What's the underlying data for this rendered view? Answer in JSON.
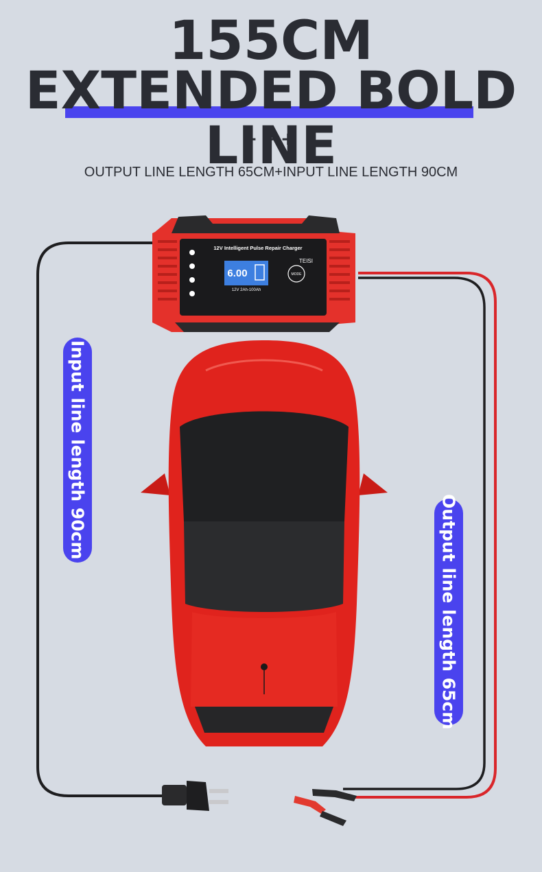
{
  "header": {
    "title_line1": "155CM",
    "title_line2": "EXTENDED BOLD LINE",
    "plus_marks": "+++",
    "subtitle": "OUTPUT LINE LENGTH 65CM+INPUT LINE LENGTH 90CM"
  },
  "labels": {
    "input_line": "Input line length 90cm",
    "output_line": "Output line length 65cm"
  },
  "charger": {
    "product_title": "12V Intelligent Pulse Repair Charger",
    "brand": "TEISI",
    "display_value": "6.00",
    "spec": "12V 2Ah-100Ah",
    "mode_button": "MODE"
  },
  "colors": {
    "accent": "#4a43ee",
    "text": "#2a2c33",
    "background": "#d6dbe3",
    "charger_red": "#e4312b",
    "car_red": "#e0231d",
    "cable_red": "#d9262a",
    "cable_black": "#1e1e20"
  },
  "icons": [
    "power-plug-icon",
    "battery-clip-icon",
    "battery-icon"
  ]
}
